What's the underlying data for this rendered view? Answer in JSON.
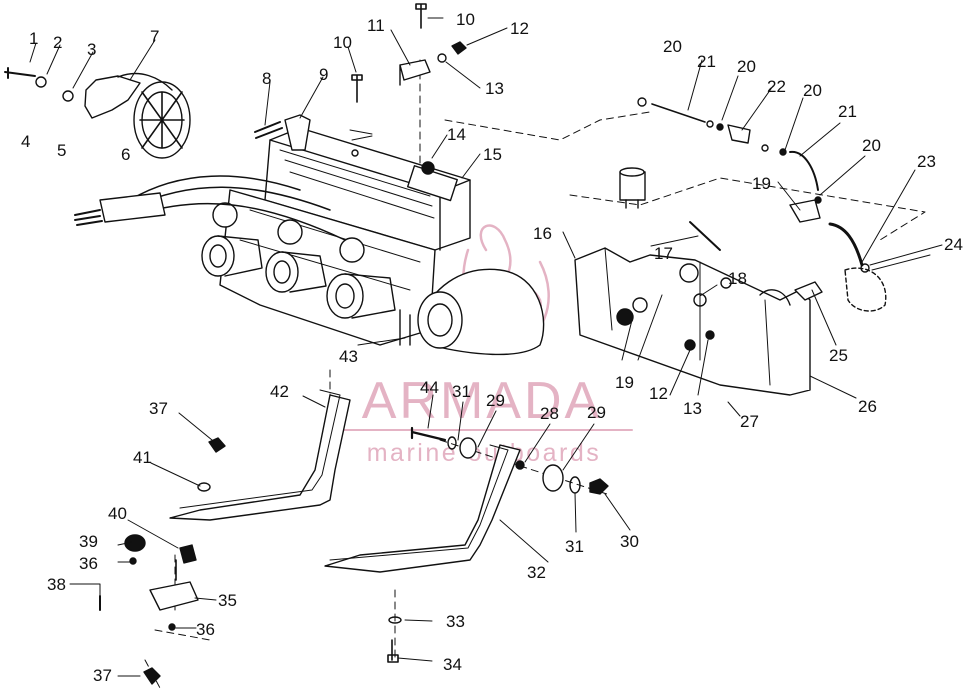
{
  "brand": {
    "name": "ARMADA",
    "tagline": "marine outboards",
    "accent": "#e4b3c4"
  },
  "callouts": [
    {
      "id": "c1",
      "text": "1"
    },
    {
      "id": "c2",
      "text": "2"
    },
    {
      "id": "c3",
      "text": "3"
    },
    {
      "id": "c4",
      "text": "4"
    },
    {
      "id": "c5",
      "text": "5"
    },
    {
      "id": "c6",
      "text": "6"
    },
    {
      "id": "c7",
      "text": "7"
    },
    {
      "id": "c8",
      "text": "8"
    },
    {
      "id": "c9",
      "text": "9"
    },
    {
      "id": "c10a",
      "text": "10"
    },
    {
      "id": "c10b",
      "text": "10"
    },
    {
      "id": "c11",
      "text": "11"
    },
    {
      "id": "c12a",
      "text": "12"
    },
    {
      "id": "c13a",
      "text": "13"
    },
    {
      "id": "c14",
      "text": "14"
    },
    {
      "id": "c15",
      "text": "15"
    },
    {
      "id": "c16",
      "text": "16"
    },
    {
      "id": "c17",
      "text": "17"
    },
    {
      "id": "c18",
      "text": "18"
    },
    {
      "id": "c19a",
      "text": "19"
    },
    {
      "id": "c19b",
      "text": "19"
    },
    {
      "id": "c20a",
      "text": "20"
    },
    {
      "id": "c20b",
      "text": "20"
    },
    {
      "id": "c20c",
      "text": "20"
    },
    {
      "id": "c20d",
      "text": "20"
    },
    {
      "id": "c21a",
      "text": "21"
    },
    {
      "id": "c21b",
      "text": "21"
    },
    {
      "id": "c22",
      "text": "22"
    },
    {
      "id": "c23",
      "text": "23"
    },
    {
      "id": "c24",
      "text": "24"
    },
    {
      "id": "c25",
      "text": "25"
    },
    {
      "id": "c26",
      "text": "26"
    },
    {
      "id": "c27",
      "text": "27"
    },
    {
      "id": "c12b",
      "text": "12"
    },
    {
      "id": "c13b",
      "text": "13"
    },
    {
      "id": "c28",
      "text": "28"
    },
    {
      "id": "c29a",
      "text": "29"
    },
    {
      "id": "c29b",
      "text": "29"
    },
    {
      "id": "c30",
      "text": "30"
    },
    {
      "id": "c31a",
      "text": "31"
    },
    {
      "id": "c31b",
      "text": "31"
    },
    {
      "id": "c32",
      "text": "32"
    },
    {
      "id": "c33",
      "text": "33"
    },
    {
      "id": "c34",
      "text": "34"
    },
    {
      "id": "c35",
      "text": "35"
    },
    {
      "id": "c36a",
      "text": "36"
    },
    {
      "id": "c36b",
      "text": "36"
    },
    {
      "id": "c37a",
      "text": "37"
    },
    {
      "id": "c37b",
      "text": "37"
    },
    {
      "id": "c38",
      "text": "38"
    },
    {
      "id": "c39",
      "text": "39"
    },
    {
      "id": "c40",
      "text": "40"
    },
    {
      "id": "c41",
      "text": "41"
    },
    {
      "id": "c42",
      "text": "42"
    },
    {
      "id": "c43",
      "text": "43"
    },
    {
      "id": "c44",
      "text": "44"
    }
  ]
}
